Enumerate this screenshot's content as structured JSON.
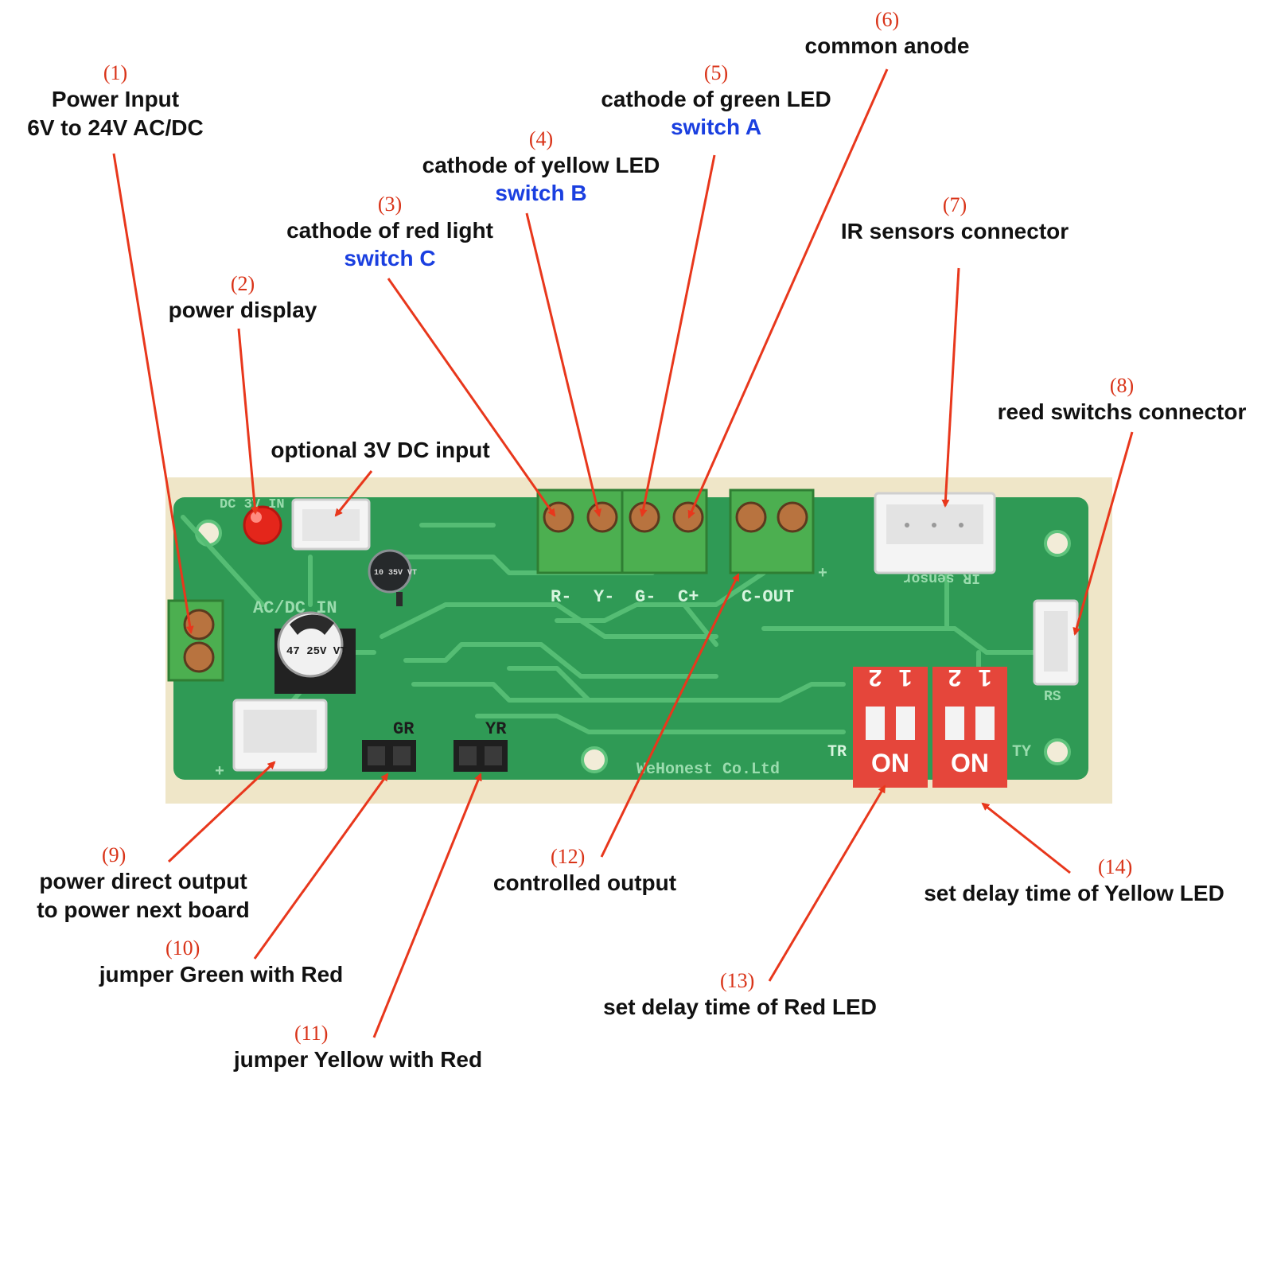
{
  "colors": {
    "number": "#d93318",
    "arrow": "#e8371c",
    "switch_text": "#1a3fe0",
    "pcb": "#2f9a55",
    "trace": "#49b56b",
    "terminal": "#4caf50",
    "dip": "#e5463b"
  },
  "callouts": [
    {
      "number": "(1)",
      "lines": [
        "Power Input",
        "6V to 24V AC/DC"
      ]
    },
    {
      "number": "(2)",
      "lines": [
        "power display"
      ]
    },
    {
      "number": "",
      "lines": [
        "optional 3V DC input"
      ]
    },
    {
      "number": "(3)",
      "lines": [
        "cathode of red light"
      ],
      "switch": "switch C"
    },
    {
      "number": "(4)",
      "lines": [
        "cathode of yellow LED"
      ],
      "switch": "switch B"
    },
    {
      "number": "(5)",
      "lines": [
        "cathode of green LED"
      ],
      "switch": "switch A"
    },
    {
      "number": "(6)",
      "lines": [
        "common anode"
      ]
    },
    {
      "number": "(7)",
      "lines": [
        "IR sensors connector"
      ]
    },
    {
      "number": "(8)",
      "lines": [
        "reed switchs connector"
      ]
    },
    {
      "number": "(9)",
      "lines": [
        "power direct output",
        "to power next board"
      ]
    },
    {
      "number": "(10)",
      "lines": [
        "jumper Green with Red"
      ]
    },
    {
      "number": "(11)",
      "lines": [
        "jumper Yellow with Red"
      ]
    },
    {
      "number": "(12)",
      "lines": [
        "controlled output"
      ]
    },
    {
      "number": "(13)",
      "lines": [
        "set delay time of Red LED"
      ]
    },
    {
      "number": "(14)",
      "lines": [
        "set delay time of Yellow LED"
      ]
    }
  ],
  "board": {
    "silkscreen": {
      "dc_in": "DC 3V IN",
      "ac_dc_in": "AC/DC IN",
      "r": "R-",
      "y": "Y-",
      "g": "G-",
      "c": "C+",
      "c_out": "C-OUT",
      "ir": "IR sensor",
      "rs": "RS",
      "gr": "GR",
      "yr": "YR",
      "tr": "TR",
      "ty": "TY",
      "company": "WeHonest Co.Ltd",
      "cap_small": "10 35V VT",
      "cap_large": "47 25V VT",
      "dip_on": "ON",
      "dip_1": "1",
      "dip_2": "2",
      "plus": "+",
      "minus": "-"
    }
  }
}
